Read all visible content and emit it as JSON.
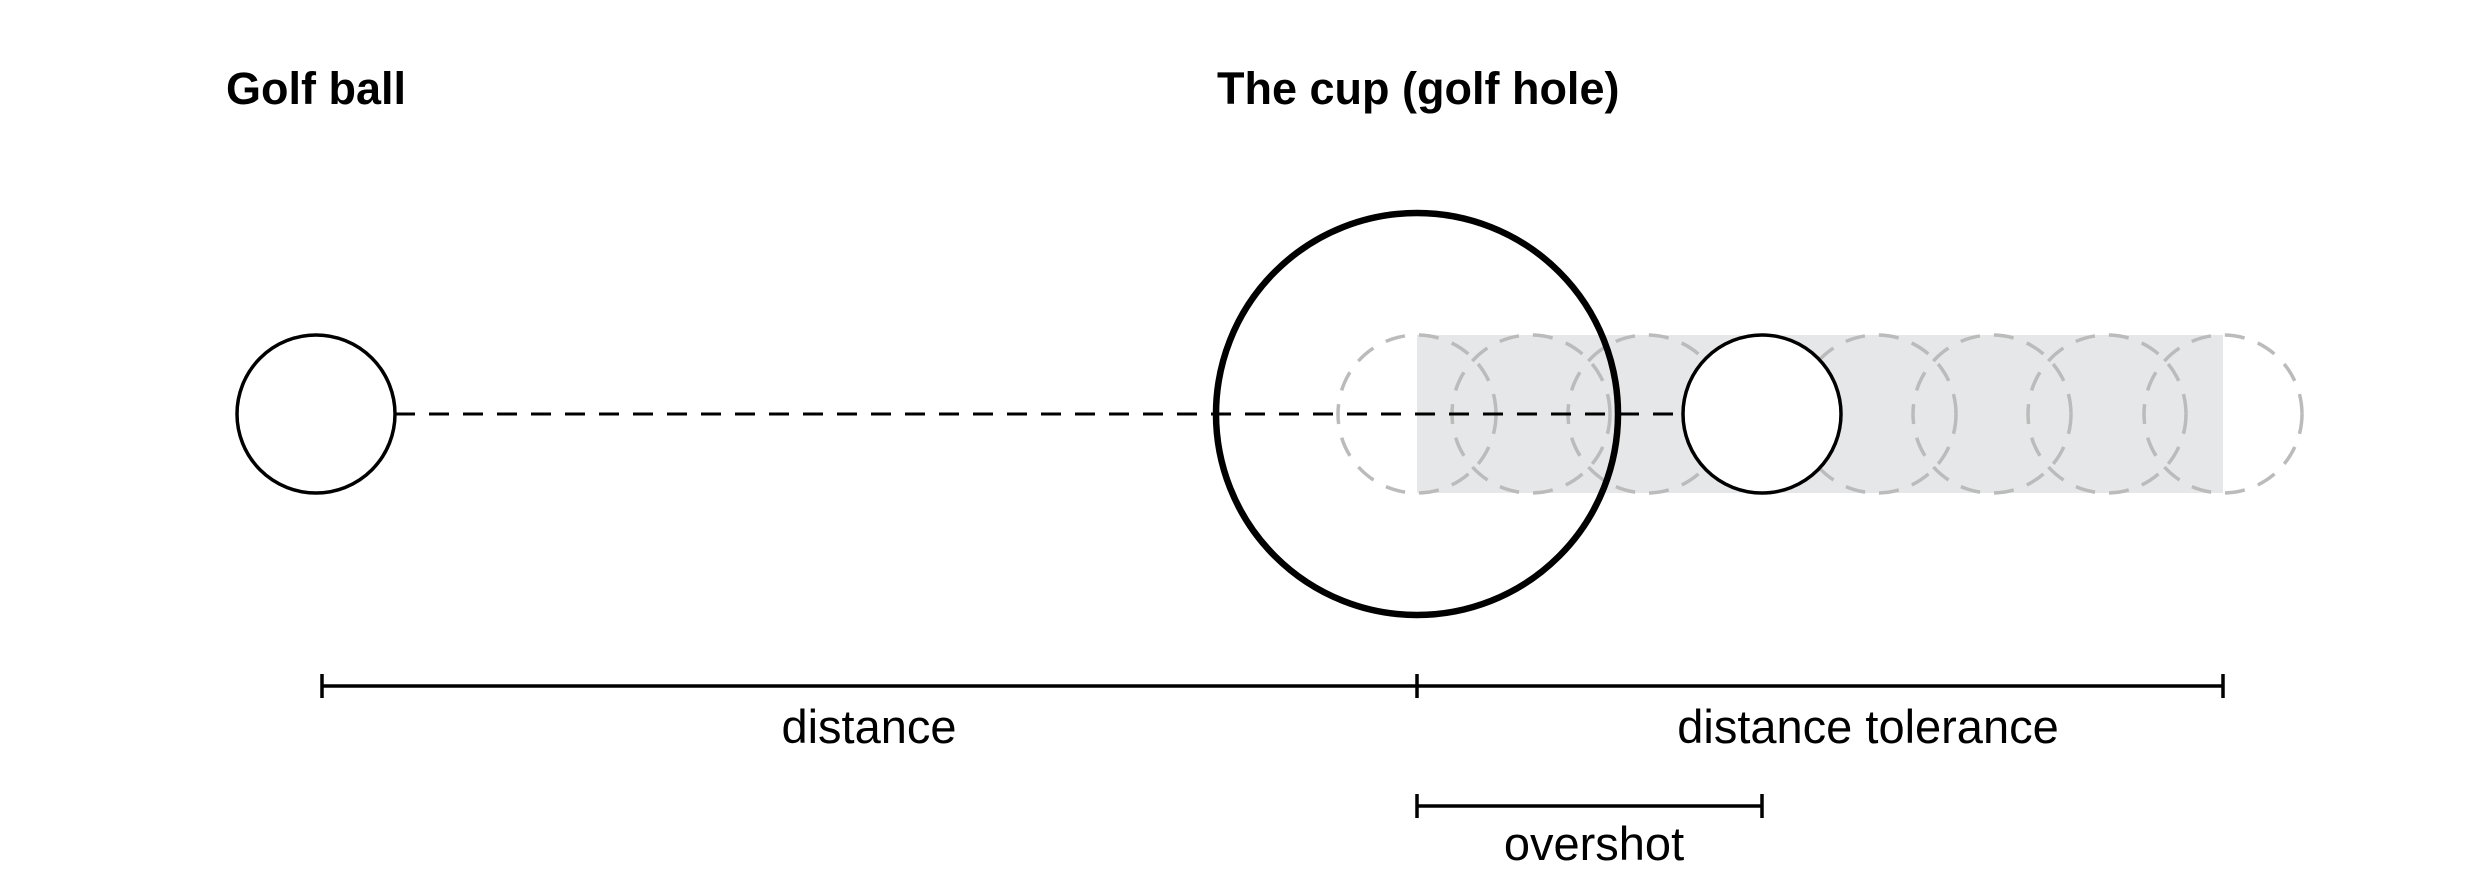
{
  "labels": {
    "golf_ball": "Golf ball",
    "cup": "The cup (golf hole)",
    "distance": "distance",
    "distance_tolerance": "distance tolerance",
    "overshot": "overshot"
  },
  "colors": {
    "ink": "#000000",
    "ghost_ball_stroke": "#bbbbbb",
    "tolerance_zone_fill": "#e6e7e8"
  }
}
